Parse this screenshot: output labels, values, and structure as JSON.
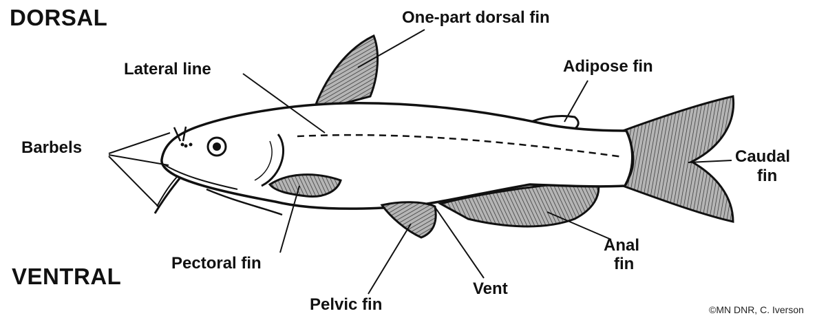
{
  "orientation": {
    "top": "DORSAL",
    "bottom": "VENTRAL"
  },
  "labels": {
    "dorsal_fin": "One-part dorsal fin",
    "lateral_line": "Lateral line",
    "adipose_fin": "Adipose fin",
    "barbels": "Barbels",
    "caudal_fin_line1": "Caudal",
    "caudal_fin_line2": "fin",
    "pectoral_fin": "Pectoral fin",
    "pelvic_fin": "Pelvic fin",
    "vent": "Vent",
    "anal_fin_line1": "Anal",
    "anal_fin_line2": "fin"
  },
  "credit": "©MN DNR, C. Iverson",
  "colors": {
    "ink": "#111111",
    "fin_shade": "#9a9a9a",
    "body": "#ffffff"
  }
}
